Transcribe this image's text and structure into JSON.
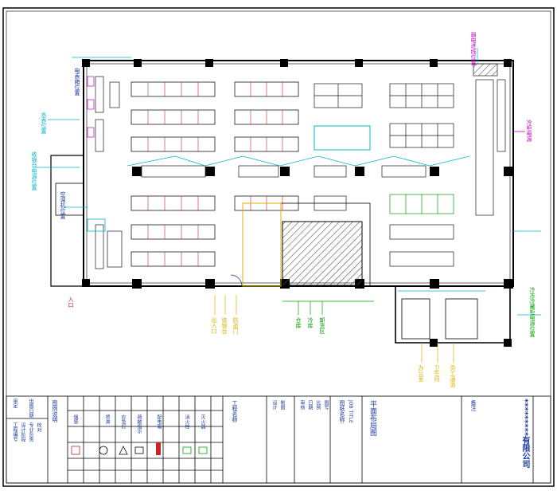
{
  "drawing": {
    "title_label": "图纸名称:",
    "title_label_en": "JOB TITLE",
    "drawing_name": "平面布局图",
    "company": "*********有限公司",
    "project_label": "工程名称",
    "remarks_label": "备注",
    "title_block_rows": [
      "设计",
      "制图",
      "审核",
      "日期",
      "比例",
      "图号"
    ],
    "title_block_values": [
      "工程编号",
      "设计阶段",
      "专业负责",
      "校对",
      "审定",
      "出图日期"
    ],
    "legend_label": "图例说明",
    "legend_items": [
      "烟感",
      "喷淋",
      "应急灯",
      "疏散指示",
      "配电箱",
      "消火栓",
      "灭火器"
    ]
  },
  "annotations": {
    "top_right": "弱电进线位置",
    "top_left": "电表箱位置",
    "left_mid": "水表位置",
    "left_mid2": "收银台电源位置",
    "left_lower": "空调机位置",
    "right_mid": "冷柜电源",
    "bottom_left_1": "出入口",
    "bottom_left_2": "收银台",
    "bottom_left_3": "防盗门",
    "bottom_mid_1": "仓库",
    "bottom_mid_2": "冷库",
    "bottom_mid_3": "卸货区",
    "bottom_right_1": "办公室",
    "bottom_right_2": "卫生间",
    "bottom_right_3": "员工通道",
    "right_lower": "冷冻冷藏柜电源位置",
    "left_bottom": "入口"
  },
  "colors": {
    "wall": "#000000",
    "shelf": "#1a1a1a",
    "shelf_accent": "#cc2222",
    "cyan": "#00b4c8",
    "magenta": "#c000c0",
    "yellow": "#e0b000",
    "green": "#00a000",
    "blue": "#1a3aa0",
    "hatch": "#555555"
  }
}
